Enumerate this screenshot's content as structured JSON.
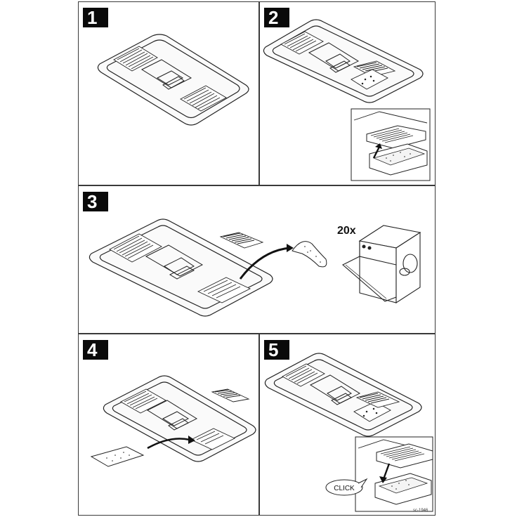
{
  "steps": [
    {
      "number": "1"
    },
    {
      "number": "2"
    },
    {
      "number": "3",
      "repeat_label": "20x"
    },
    {
      "number": "4"
    },
    {
      "number": "5",
      "callout": "CLICK"
    }
  ],
  "reference_code": "sc-1946"
}
